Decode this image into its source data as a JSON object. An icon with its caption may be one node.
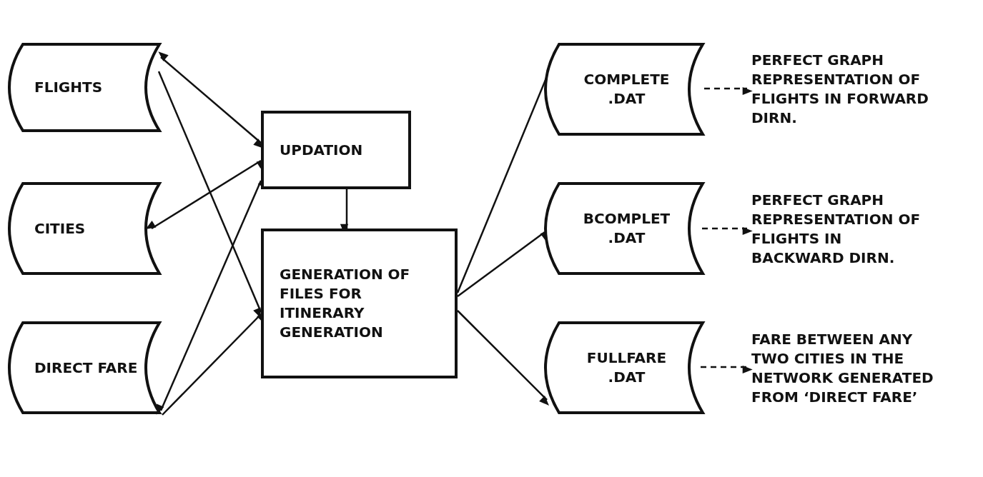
{
  "diagram": {
    "nodes": [
      {
        "text": [
          "FLIGHTS"
        ]
      },
      {
        "text": [
          "CITIES"
        ]
      },
      {
        "text": [
          "DIRECT FARE"
        ]
      },
      {
        "text": [
          "UPDATION"
        ]
      },
      {
        "text": [
          "GENERATION OF FILES FOR ITINERARY GENERATION"
        ]
      },
      {
        "text": [
          "COMPLETE .DAT"
        ]
      },
      {
        "text": [
          "BCOMPLET .DAT"
        ]
      },
      {
        "text": [
          "FULLFARE .DAT"
        ]
      },
      {
        "text": [
          "PERFECT GRAPH REPRESENTATION OF FLIGHTS IN FORWARD DIRN."
        ]
      },
      {
        "text": [
          "PERFECT GRAPH REPRESENTATION OF FLIGHTS IN BACKWARD DIRN."
        ]
      },
      {
        "text": [
          "FARE BETWEEN ANY TWO CITIES IN THE NETWORK GENERATED FROM ‘DIRECT FARE’"
        ]
      }
    ],
    "edges": [
      {
        "from": 0,
        "to": 3,
        "arrow": "both"
      },
      {
        "from": 0,
        "to": 4,
        "arrow": "to"
      },
      {
        "from": 3,
        "to": 1,
        "arrow": "both"
      },
      {
        "from": 2,
        "to": 3,
        "arrow": "both"
      },
      {
        "from": 2,
        "to": 4,
        "arrow": "to"
      },
      {
        "from": 3,
        "to": 4,
        "arrow": "to"
      },
      {
        "from": 4,
        "to": 5,
        "arrow": "to"
      },
      {
        "from": 4,
        "to": 6,
        "arrow": "to"
      },
      {
        "from": 4,
        "to": 7,
        "arrow": "to"
      },
      {
        "from": 5,
        "to": 8,
        "arrow": "to",
        "style": "dashed"
      },
      {
        "from": 6,
        "to": 9,
        "arrow": "to",
        "style": "dashed"
      },
      {
        "from": 7,
        "to": 10,
        "arrow": "to",
        "style": "dashed"
      }
    ]
  }
}
